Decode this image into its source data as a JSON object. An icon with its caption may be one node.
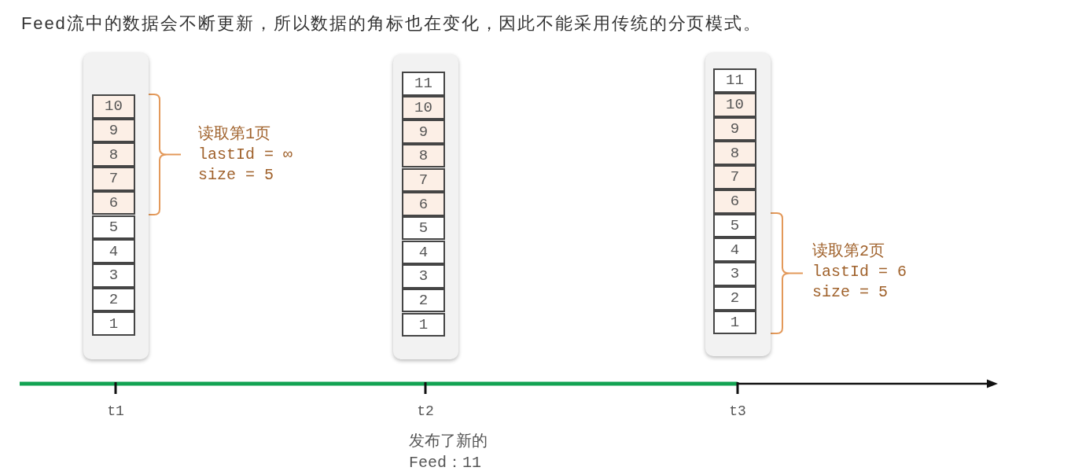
{
  "diagram": {
    "title": "Feed流中的数据会不断更新，所以数据的角标也在变化，因此不能采用传统的分页模式。",
    "nodes": [
      {
        "text": [],
        "shape": "box"
      },
      {
        "text": [
          "10"
        ],
        "in": 0
      },
      {
        "text": [
          "9"
        ],
        "in": 0
      },
      {
        "text": [
          "8"
        ],
        "in": 0
      },
      {
        "text": [
          "7"
        ],
        "in": 0
      },
      {
        "text": [
          "6"
        ],
        "in": 0
      },
      {
        "text": [
          "5"
        ],
        "in": 0
      },
      {
        "text": [
          "4"
        ],
        "in": 0
      },
      {
        "text": [
          "3"
        ],
        "in": 0
      },
      {
        "text": [
          "2"
        ],
        "in": 0
      },
      {
        "text": [
          "1"
        ],
        "in": 0
      },
      {
        "text": [],
        "shape": "box"
      },
      {
        "text": [
          "11"
        ],
        "in": 11
      },
      {
        "text": [
          "10"
        ],
        "in": 11
      },
      {
        "text": [
          "9"
        ],
        "in": 11
      },
      {
        "text": [
          "8"
        ],
        "in": 11
      },
      {
        "text": [
          "7"
        ],
        "in": 11
      },
      {
        "text": [
          "6"
        ],
        "in": 11
      },
      {
        "text": [
          "5"
        ],
        "in": 11
      },
      {
        "text": [
          "4"
        ],
        "in": 11
      },
      {
        "text": [
          "3"
        ],
        "in": 11
      },
      {
        "text": [
          "2"
        ],
        "in": 11
      },
      {
        "text": [
          "1"
        ],
        "in": 11
      },
      {
        "text": [],
        "shape": "box"
      },
      {
        "text": [
          "11"
        ],
        "in": 23
      },
      {
        "text": [
          "10"
        ],
        "in": 23
      },
      {
        "text": [
          "9"
        ],
        "in": 23
      },
      {
        "text": [
          "8"
        ],
        "in": 23
      },
      {
        "text": [
          "7"
        ],
        "in": 23
      },
      {
        "text": [
          "6"
        ],
        "in": 23
      },
      {
        "text": [
          "5"
        ],
        "in": 23
      },
      {
        "text": [
          "4"
        ],
        "in": 23
      },
      {
        "text": [
          "3"
        ],
        "in": 23
      },
      {
        "text": [
          "2"
        ],
        "in": 23
      },
      {
        "text": [
          "1"
        ],
        "in": 23
      }
    ],
    "labels": [
      "读取第1页",
      "lastId = ∞",
      "size = 5",
      "读取第2页",
      "lastId = 6",
      "size = 5",
      "t1",
      "t2",
      "t3",
      "发布了新的Feed：11"
    ]
  }
}
